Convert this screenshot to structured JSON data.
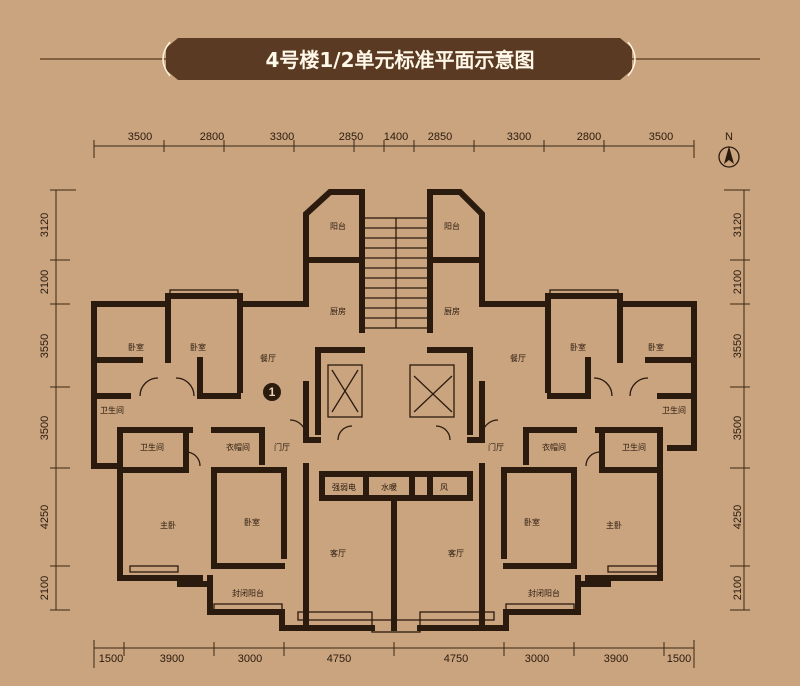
{
  "title": "4号楼1/2单元标准平面示意图",
  "north_label": "N",
  "unit_marker": "1",
  "dims_top": [
    "3500",
    "2800",
    "3300",
    "2850",
    "1400",
    "2850",
    "3300",
    "2800",
    "3500"
  ],
  "dims_bottom": [
    "1500",
    "3900",
    "3000",
    "4750",
    "4750",
    "3000",
    "3900",
    "1500"
  ],
  "dims_left": [
    "3120",
    "2100",
    "3550",
    "3500",
    "4250",
    "2100"
  ],
  "dims_right": [
    "3120",
    "2100",
    "3550",
    "3500",
    "4250",
    "2100"
  ],
  "rooms": {
    "balcony": "阳台",
    "kitchen": "厨房",
    "bedroom": "卧室",
    "dining": "餐厅",
    "bathroom": "卫生间",
    "closet": "衣帽间",
    "foyer": "门厅",
    "master_bedroom": "主卧",
    "living": "客厅",
    "enclosed_balcony": "封闭阳台",
    "electrical": "强弱电",
    "water_well": "水暖",
    "air_shaft": "风"
  },
  "colors": {
    "background": "#c9a47e",
    "wall": "#2b1a0e",
    "banner": "#5a3a22"
  }
}
